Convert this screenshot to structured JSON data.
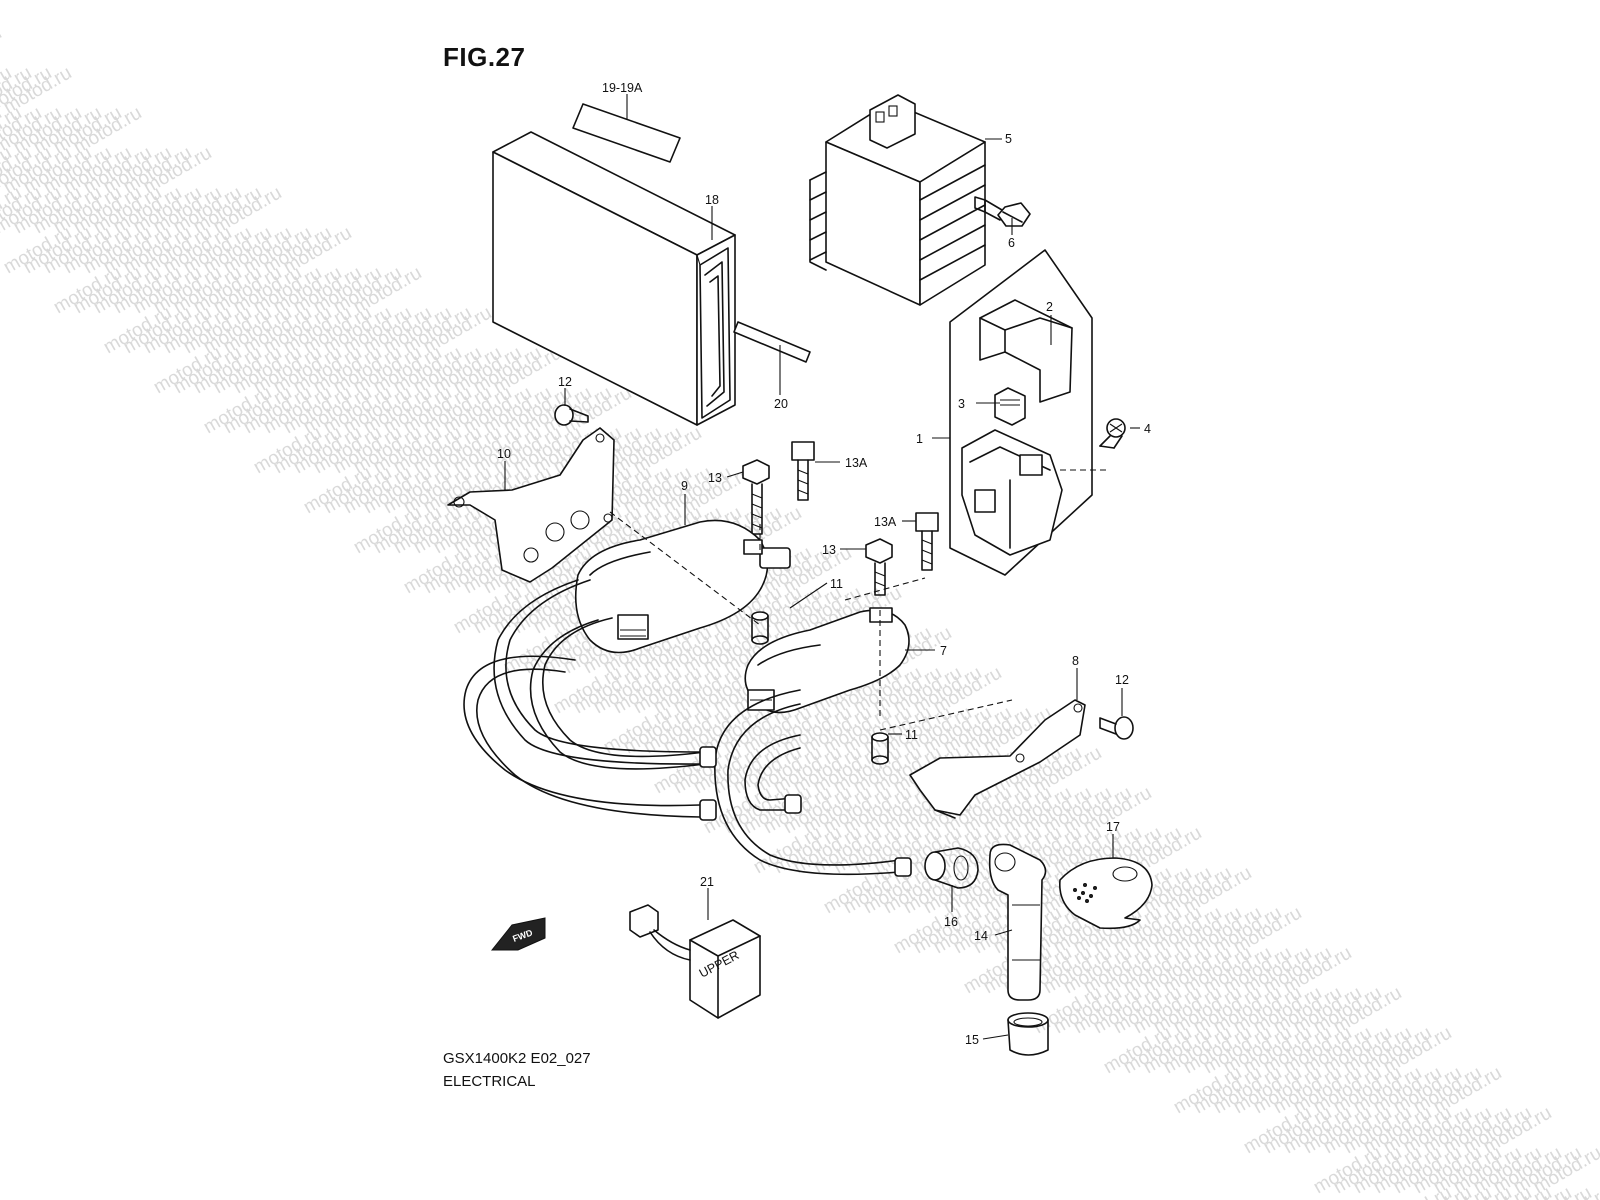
{
  "figure": {
    "title": "FIG.27",
    "model_code": "GSX1400K2 E02_027",
    "section": "ELECTRICAL"
  },
  "watermark": "motod.ru",
  "forward_arrow": "FWD",
  "coil_marking": "UPPER",
  "part_labels": {
    "p1": "1",
    "p2": "2",
    "p3": "3",
    "p4": "4",
    "p5": "5",
    "p6": "6",
    "p7": "7",
    "p8": "8",
    "p9": "9",
    "p10": "10",
    "p11a": "11",
    "p11b": "11",
    "p12a": "12",
    "p12b": "12",
    "p13a": "13",
    "p13b": "13",
    "p13A_a": "13A",
    "p13A_b": "13A",
    "p14": "14",
    "p15": "15",
    "p16": "16",
    "p17": "17",
    "p18": "18",
    "p19": "19-19A",
    "p20": "20",
    "p21": "21"
  }
}
